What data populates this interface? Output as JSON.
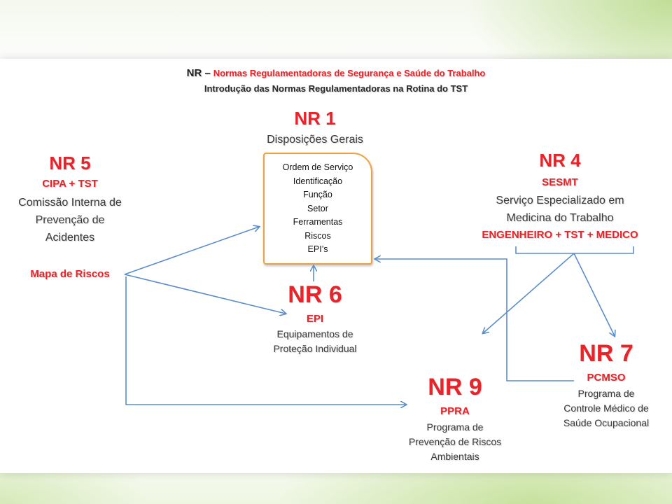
{
  "header": {
    "nr_prefix": "NR –",
    "title_rest": "Normas Regulamentadoras de Segurança e Saúde do Trabalho",
    "subtitle": "Introdução das Normas Regulamentadoras  na Rotina do TST"
  },
  "nr1": {
    "label": "NR 1",
    "description": "Disposições Gerais",
    "box_items": [
      "Ordem de Serviço",
      "Identificação",
      "Função",
      "Setor",
      "Ferramentas",
      "Riscos",
      "EPI’s"
    ]
  },
  "nr5": {
    "label": "NR 5",
    "acronym": "CIPA + TST",
    "description_lines": [
      "Comissão Interna de",
      "Prevenção de",
      "Acidentes"
    ],
    "extra": "Mapa de Riscos"
  },
  "nr4": {
    "label": "NR 4",
    "acronym": "SESMT",
    "description_lines": [
      "Serviço Especializado em",
      "Medicina do Trabalho"
    ],
    "team": "ENGENHEIRO + TST + MEDICO"
  },
  "nr6": {
    "label": "NR 6",
    "acronym": "EPI",
    "description_lines": [
      "Equipamentos de",
      "Proteção Individual"
    ]
  },
  "nr7": {
    "label": "NR 7",
    "acronym": "PCMSO",
    "description_lines": [
      "Programa de",
      "Controle Médico de",
      "Saúde Ocupacional"
    ]
  },
  "nr9": {
    "label": "NR 9",
    "acronym": "PPRA",
    "description_lines": [
      "Programa de",
      "Prevenção de Riscos",
      "Ambientais"
    ]
  },
  "colors": {
    "accent_red": "#e8242a",
    "arrow_blue": "#5b8ec9",
    "box_border": "#f0a040"
  }
}
